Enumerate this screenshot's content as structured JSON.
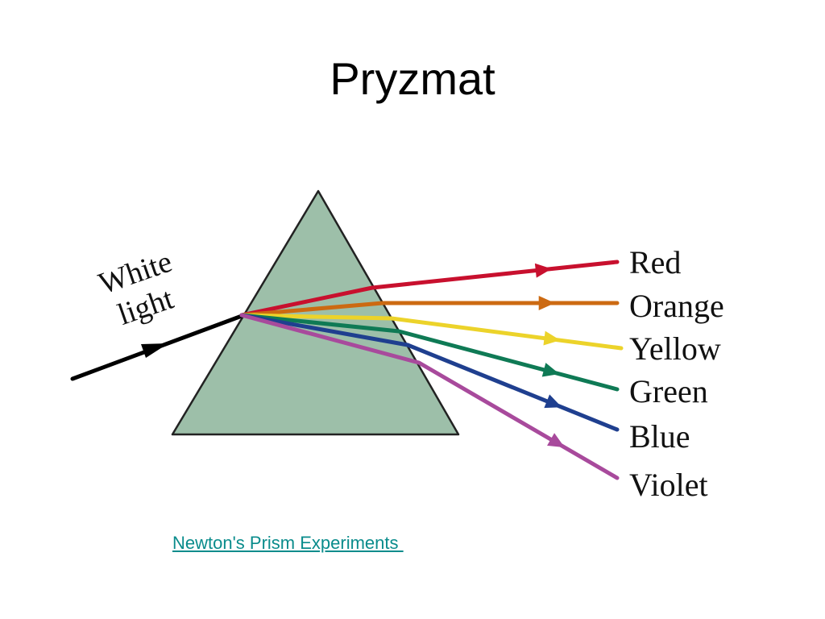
{
  "slide": {
    "title": "Pryzmat"
  },
  "diagram": {
    "input_label": [
      "White",
      "light"
    ],
    "prism_color": "#9dbfa9",
    "rays": [
      {
        "label": "Red",
        "color": "#c8102e"
      },
      {
        "label": "Orange",
        "color": "#cc6a12"
      },
      {
        "label": "Yellow",
        "color": "#ecd32a"
      },
      {
        "label": "Green",
        "color": "#0f7a55"
      },
      {
        "label": "Blue",
        "color": "#1f3f8f"
      },
      {
        "label": "Violet",
        "color": "#a84a9c"
      }
    ]
  },
  "caption": {
    "link_text": "Newton's Prism Experiments "
  }
}
